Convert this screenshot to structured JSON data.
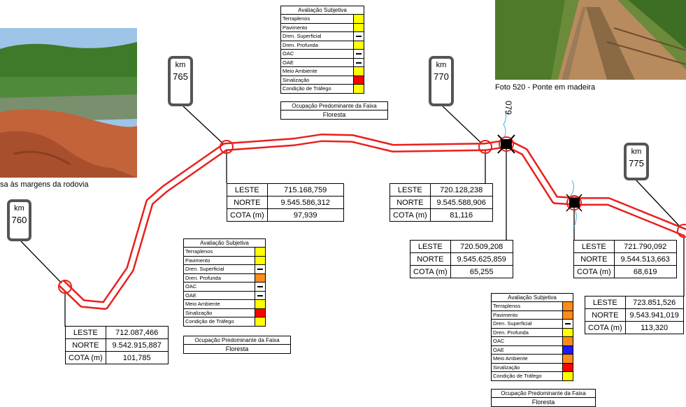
{
  "photos": {
    "left_caption": "sa às margens da rodovia",
    "right_caption": "Foto 520 - Ponte em madeira"
  },
  "km_markers": [
    {
      "unit": "km",
      "value": "760"
    },
    {
      "unit": "km",
      "value": "765"
    },
    {
      "unit": "km",
      "value": "770"
    },
    {
      "unit": "km",
      "value": "775"
    }
  ],
  "coord_labels": {
    "leste": "LESTE",
    "norte": "NORTE",
    "cota": "COTA (m)"
  },
  "coord_tables": [
    {
      "leste": "712.087,466",
      "norte": "9.542.915,887",
      "cota": "101,785"
    },
    {
      "leste": "715.168,759",
      "norte": "9.545.586,312",
      "cota": "97,939"
    },
    {
      "leste": "720.128,238",
      "norte": "9.545.588,906",
      "cota": "81,116"
    },
    {
      "leste": "720.509,208",
      "norte": "9.545.625,859",
      "cota": "65,255"
    },
    {
      "leste": "721.790,092",
      "norte": "9.544.513,663",
      "cota": "68,619"
    },
    {
      "leste": "723.851,526",
      "norte": "9.543.941,019",
      "cota": "113,320"
    }
  ],
  "evaluations": [
    {
      "title": "Avaliação Subjetiva",
      "rows": [
        {
          "label": "Terraplenos",
          "status": "yellow"
        },
        {
          "label": "Pavimento",
          "status": "yellow"
        },
        {
          "label": "Dren. Superficial",
          "status": "dash"
        },
        {
          "label": "Dren. Profunda",
          "status": "yellow"
        },
        {
          "label": "OAC",
          "status": "dash"
        },
        {
          "label": "OAE",
          "status": "dash"
        },
        {
          "label": "Meio Ambiente",
          "status": "yellow"
        },
        {
          "label": "Sinalização",
          "status": "red"
        },
        {
          "label": "Condição de Tráfego",
          "status": "yellow"
        }
      ],
      "ocupacao_title": "Ocupação Predominante da Faixa",
      "ocupacao_value": "Floresta"
    },
    {
      "title": "Avaliação Subjetiva",
      "rows": [
        {
          "label": "Terraplenos",
          "status": "yellow"
        },
        {
          "label": "Pavimento",
          "status": "yellow"
        },
        {
          "label": "Dren. Superficial",
          "status": "dash"
        },
        {
          "label": "Dren. Profunda",
          "status": "orange"
        },
        {
          "label": "OAC",
          "status": "dash"
        },
        {
          "label": "OAE",
          "status": "dash"
        },
        {
          "label": "Meio Ambiente",
          "status": "yellow"
        },
        {
          "label": "Sinalização",
          "status": "red"
        },
        {
          "label": "Condição de Tráfego",
          "status": "yellow"
        }
      ],
      "ocupacao_title": "Ocupação Predominante da Faixa",
      "ocupacao_value": "Floresta"
    },
    {
      "title": "Avaliação Subjetiva",
      "rows": [
        {
          "label": "Terraplenos",
          "status": "orange"
        },
        {
          "label": "Pavimento",
          "status": "orange"
        },
        {
          "label": "Dren. Superficial",
          "status": "dash"
        },
        {
          "label": "Dren. Profunda",
          "status": "yellow"
        },
        {
          "label": "OAC",
          "status": "orange"
        },
        {
          "label": "OAE",
          "status": "blue"
        },
        {
          "label": "Meio Ambiente",
          "status": "orange"
        },
        {
          "label": "Sinalização",
          "status": "red"
        },
        {
          "label": "Condição de Tráfego",
          "status": "yellow"
        }
      ],
      "ocupacao_title": "Ocupação Predominante da Faixa",
      "ocupacao_value": "Floresta"
    }
  ],
  "feature_label": "079",
  "colors": {
    "road": "#e8201c",
    "yellow": "#ffff00",
    "orange": "#ff8c1a",
    "red": "#ff0000",
    "blue": "#1a1aff",
    "marker_border": "#555555",
    "stream": "#4ab0e8"
  }
}
